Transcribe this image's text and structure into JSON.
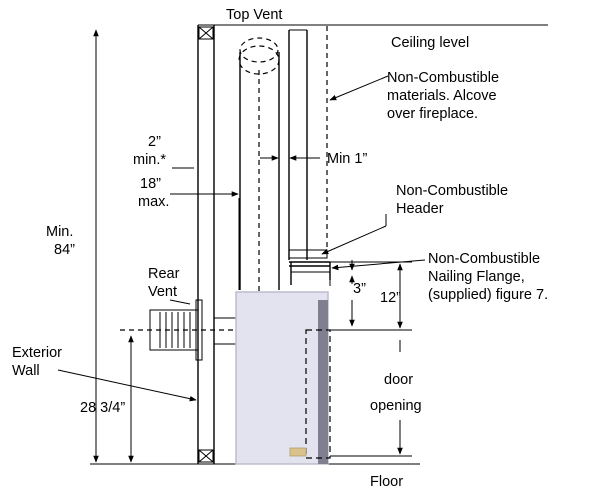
{
  "labels": {
    "top_vent": "Top Vent",
    "ceiling_level": "Ceiling level",
    "noncombustible_materials": [
      "Non-Combustible",
      "materials. Alcove",
      "over fireplace."
    ],
    "clearance_min": [
      "2”",
      "min.*"
    ],
    "min_1": "Min 1”",
    "clearance_max": [
      "18”",
      "max."
    ],
    "noncombustible_header": [
      "Non-Combustible",
      "Header"
    ],
    "min_84": [
      "Min.",
      "84”"
    ],
    "nailing_flange": [
      "Non-Combustible",
      "Nailing Flange,",
      "(supplied) figure 7."
    ],
    "rear_vent": [
      "Rear",
      "Vent"
    ],
    "dim_3": "3”",
    "dim_12": "12”",
    "exterior_wall": [
      "Exterior",
      "Wall"
    ],
    "door_opening": [
      "door",
      "opening"
    ],
    "dim_28_3_4": "28 3/4”",
    "floor": "Floor"
  },
  "colors": {
    "appliance_fill": "#e3e3ef",
    "appliance_edge": "#bdbdcf",
    "line": "#000000"
  }
}
